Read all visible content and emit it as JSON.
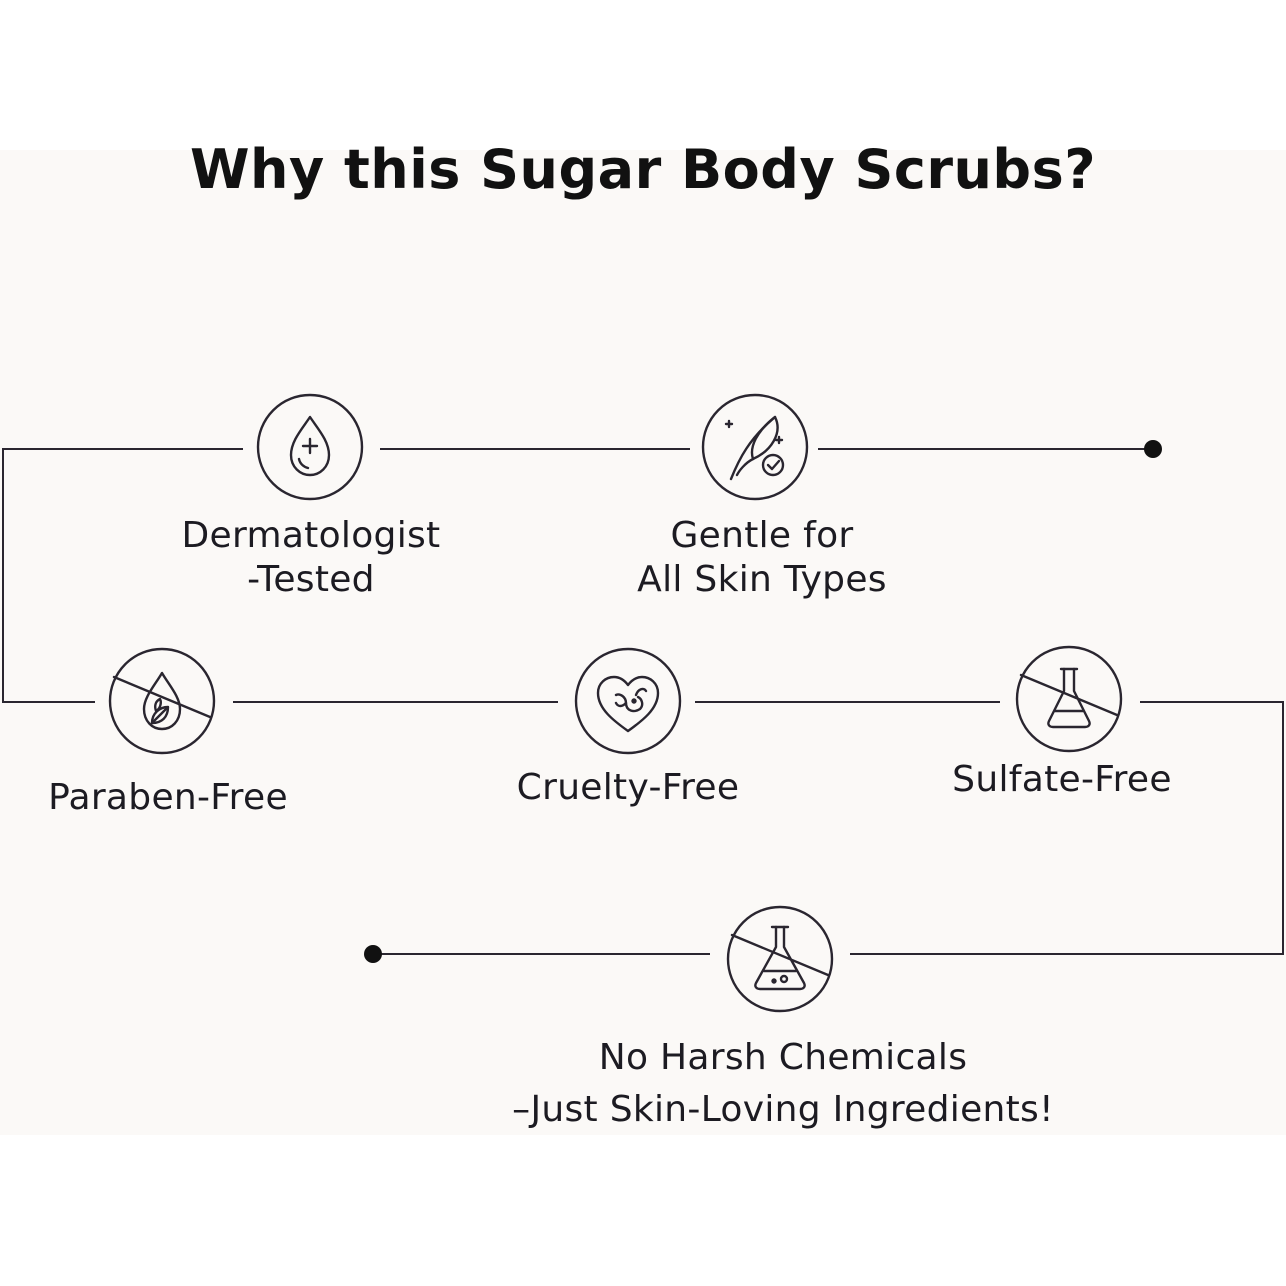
{
  "title": "Why this Sugar Body Scrubs?",
  "features": [
    {
      "icon": "drop-plus-icon",
      "lines": [
        "Dermatologist",
        "-Tested"
      ]
    },
    {
      "icon": "feather-check-icon",
      "lines": [
        "Gentle for",
        "All Skin Types"
      ]
    },
    {
      "icon": "no-drop-leaf-icon",
      "lines": [
        "Paraben-Free"
      ]
    },
    {
      "icon": "heart-bunny-icon",
      "lines": [
        "Cruelty-Free"
      ]
    },
    {
      "icon": "no-flask-icon",
      "lines": [
        "Sulfate-Free"
      ]
    },
    {
      "icon": "no-chemical-flask-icon",
      "lines": [
        "No Harsh Chemicals",
        "–Just Skin-Loving Ingredients!"
      ]
    }
  ],
  "colors": {
    "line": "#2a2630",
    "background": "#fbf9f7",
    "text": "#1c1b22"
  }
}
